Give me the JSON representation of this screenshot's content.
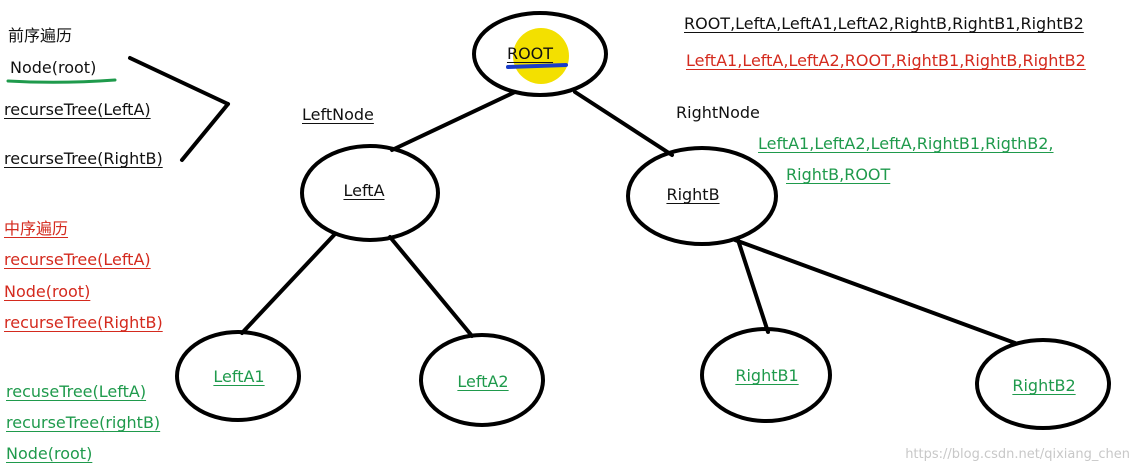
{
  "preorder": {
    "title": "前序遍历",
    "step1": "Node(root)",
    "step2": "recurseTree(LeftA)",
    "step3": "recurseTree(RightB)"
  },
  "inorder": {
    "title": "中序遍历",
    "step1": "recurseTree(LeftA)",
    "step2": "Node(root)",
    "step3": "recurseTree(RightB)"
  },
  "postorder": {
    "step1": "recuseTree(LeftA)",
    "step2": "recurseTree(rightB)",
    "step3": "Node(root)"
  },
  "tree": {
    "root": "ROOT",
    "left": "LeftA",
    "right": "RightB",
    "left_left": "LeftA1",
    "left_right": "LeftA2",
    "right_left": "RightB1",
    "right_right": "RightB2"
  },
  "edge_labels": {
    "left": "LeftNode",
    "right": "RightNode"
  },
  "results": {
    "preorder": "ROOT,LeftA,LeftA1,LeftA2,RightB,RightB1,RightB2",
    "inorder": "LeftA1,LeftA,LeftA2,ROOT,RightB1,RightB,RightB2",
    "postorder_line1": "LeftA1,LeftA2,LeftA,RightB1,RigthB2,",
    "postorder_line2": "RightB,ROOT"
  },
  "watermark": "https://blog.csdn.net/qixiang_chen",
  "colors": {
    "black": "#111111",
    "red": "#d42a1e",
    "green": "#1f9a4c",
    "highlight": "#f3e000",
    "blue": "#1a3cc8"
  }
}
